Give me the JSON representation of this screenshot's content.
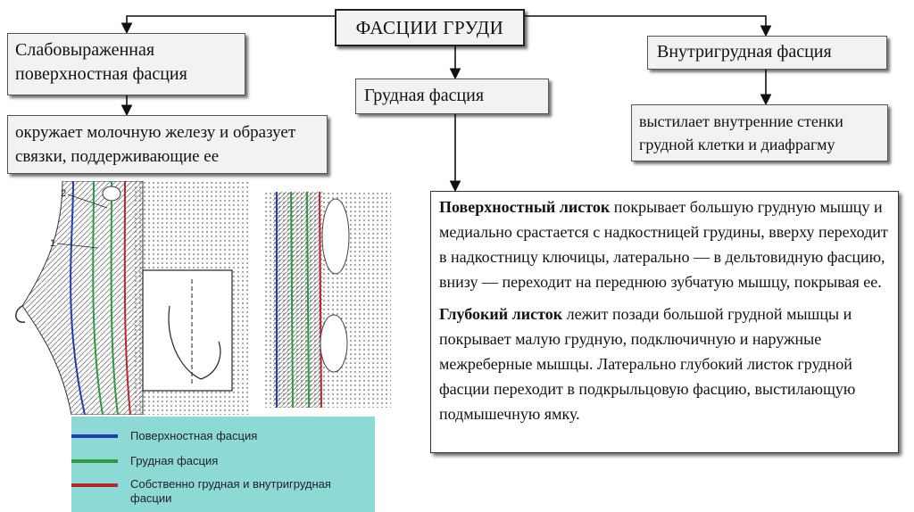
{
  "title": "ФАСЦИИ ГРУДИ",
  "left": {
    "heading": "Слабовыраженная поверхностная фасция",
    "description": "окружает молочную железу и образует связки, поддерживающие ее"
  },
  "middle": {
    "heading": "Грудная фасция",
    "superficial_term": "Поверхностный листок",
    "superficial_text": " покрывает большую грудную мышцу и медиально срастается с надкостницей грудины, вверху переходит в надкостницу ключицы, латерально — в дельтовидную фасцию, внизу — переходит на переднюю зубчатую мышцу, покрывая ее.",
    "deep_term": "Глубокий листок",
    "deep_text": " лежит позади большой грудной мышцы и покрывает малую грудную, подключичную и наружные межреберные мышцы. Латерально глубокий листок грудной фасции переходит в подкрыльцовую фасцию, выстилающую подмышечную ямку."
  },
  "right": {
    "heading": "Внутригрудная фасция",
    "description": "выстилает внутренние стенки грудной клетки и диафрагму"
  },
  "illustration": {
    "label_1": "1",
    "label_2": "2"
  },
  "legend": {
    "items": [
      {
        "label": "Поверхностная фасция",
        "color": "#1f3fae"
      },
      {
        "label": "Грудная фасция",
        "color": "#2e9a3e"
      },
      {
        "label": "Собственно грудная и внутригрудная фасции",
        "color": "#b8282a"
      }
    ]
  },
  "colors": {
    "box_fill": "#f2f2f2",
    "legend_bg": "#8cd9d6"
  }
}
